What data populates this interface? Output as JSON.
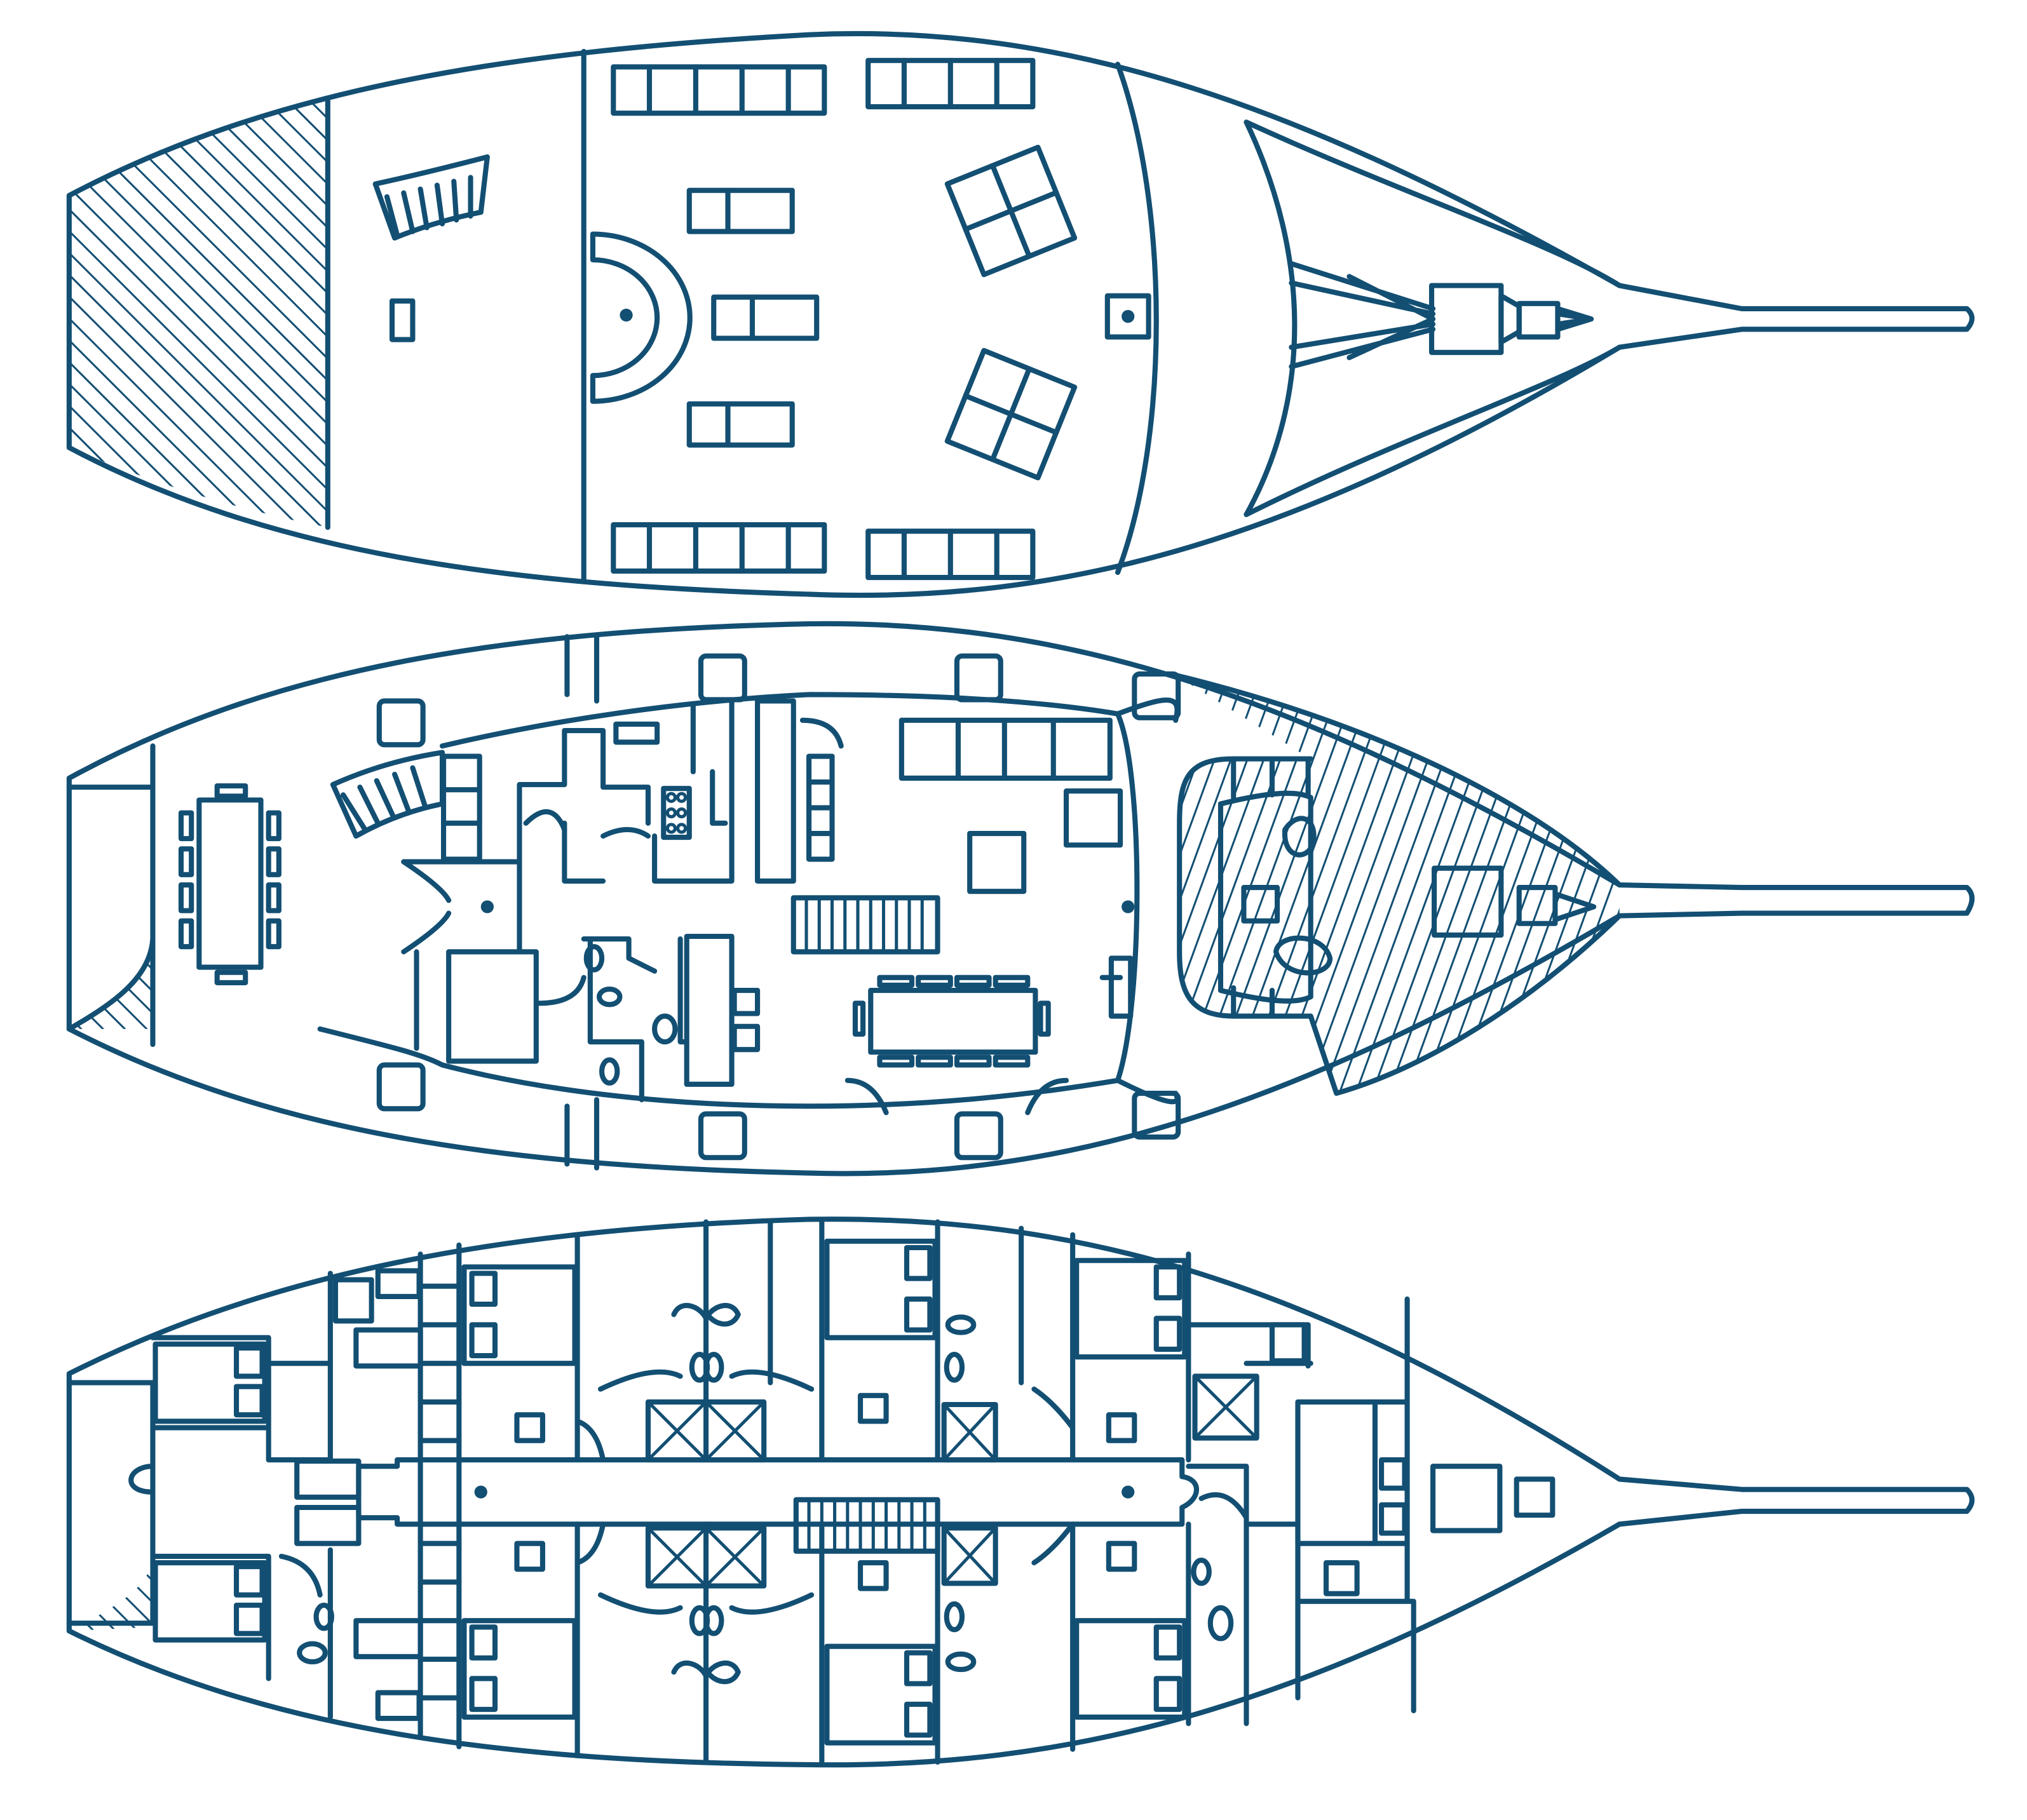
{
  "diagram": {
    "type": "deck-plan",
    "line_color": "#134f73",
    "background_color": "#ffffff",
    "decks": [
      {
        "id": "upper-deck",
        "order": 1
      },
      {
        "id": "main-deck",
        "order": 2
      },
      {
        "id": "lower-deck",
        "order": 3
      }
    ]
  }
}
